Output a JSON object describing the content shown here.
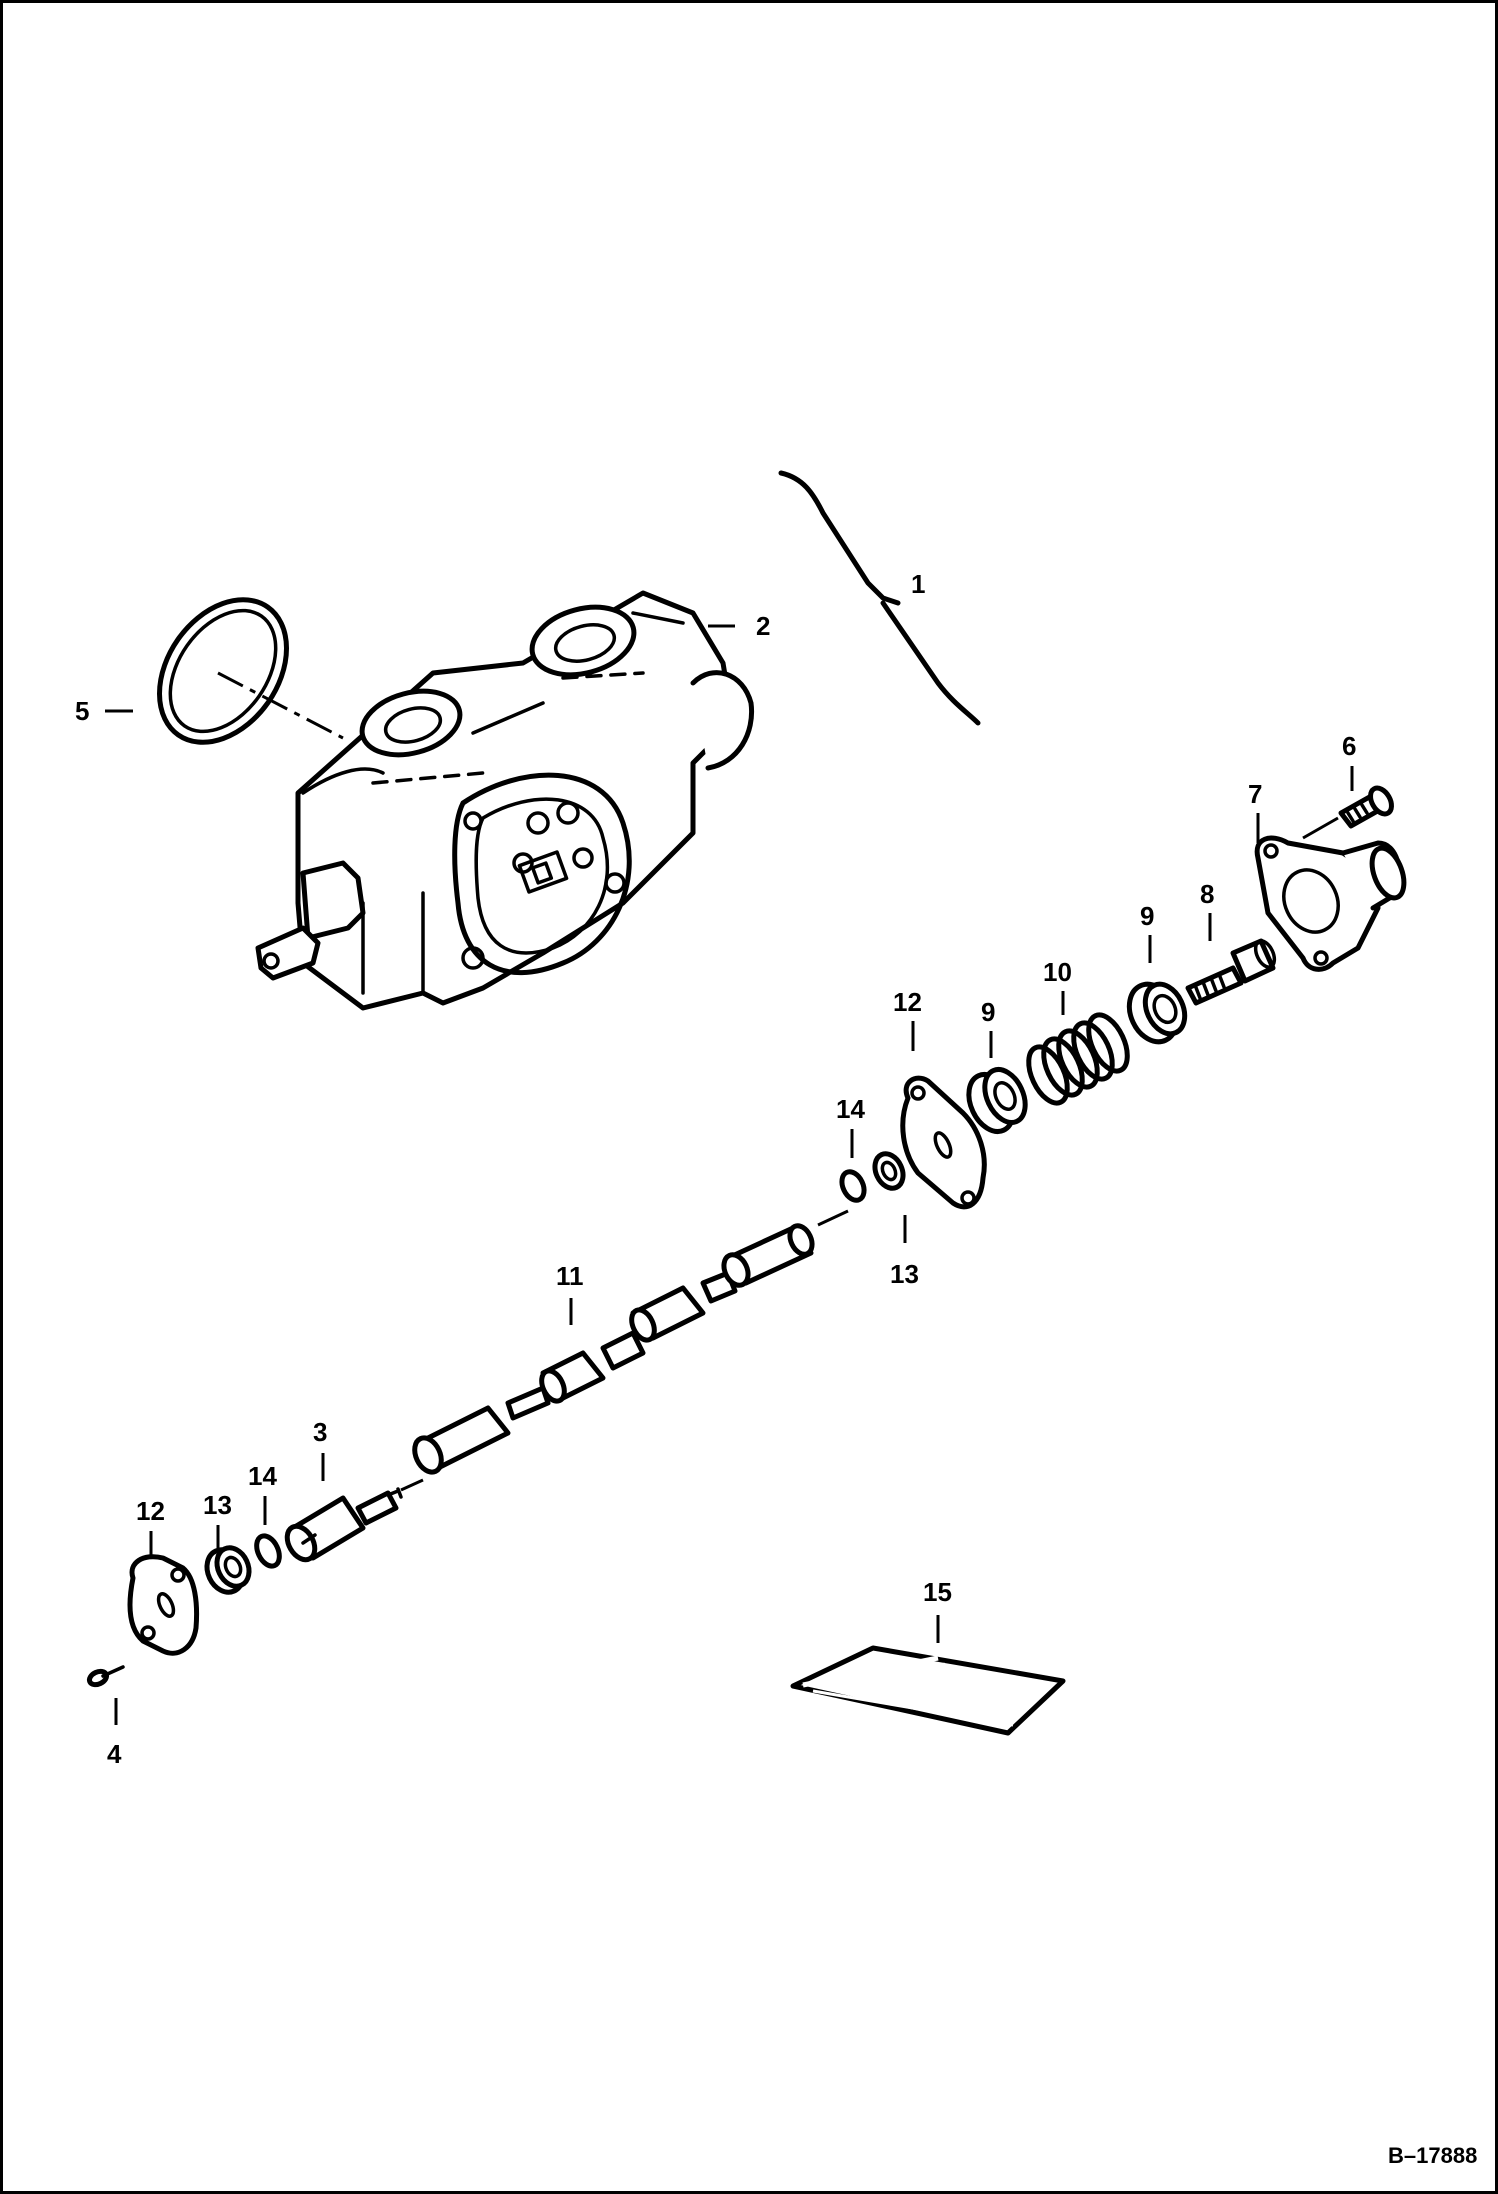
{
  "diagram": {
    "doc_id": "B–17888",
    "callouts": {
      "c1": "1",
      "c2": "2",
      "c3": "3",
      "c4": "4",
      "c5": "5",
      "c6": "6",
      "c7": "7",
      "c8": "8",
      "c9a": "9",
      "c9b": "9",
      "c10": "10",
      "c11": "11",
      "c12a": "12",
      "c12b": "12",
      "c13a": "13",
      "c13b": "13",
      "c14a": "14",
      "c14b": "14",
      "c15": "15"
    }
  }
}
